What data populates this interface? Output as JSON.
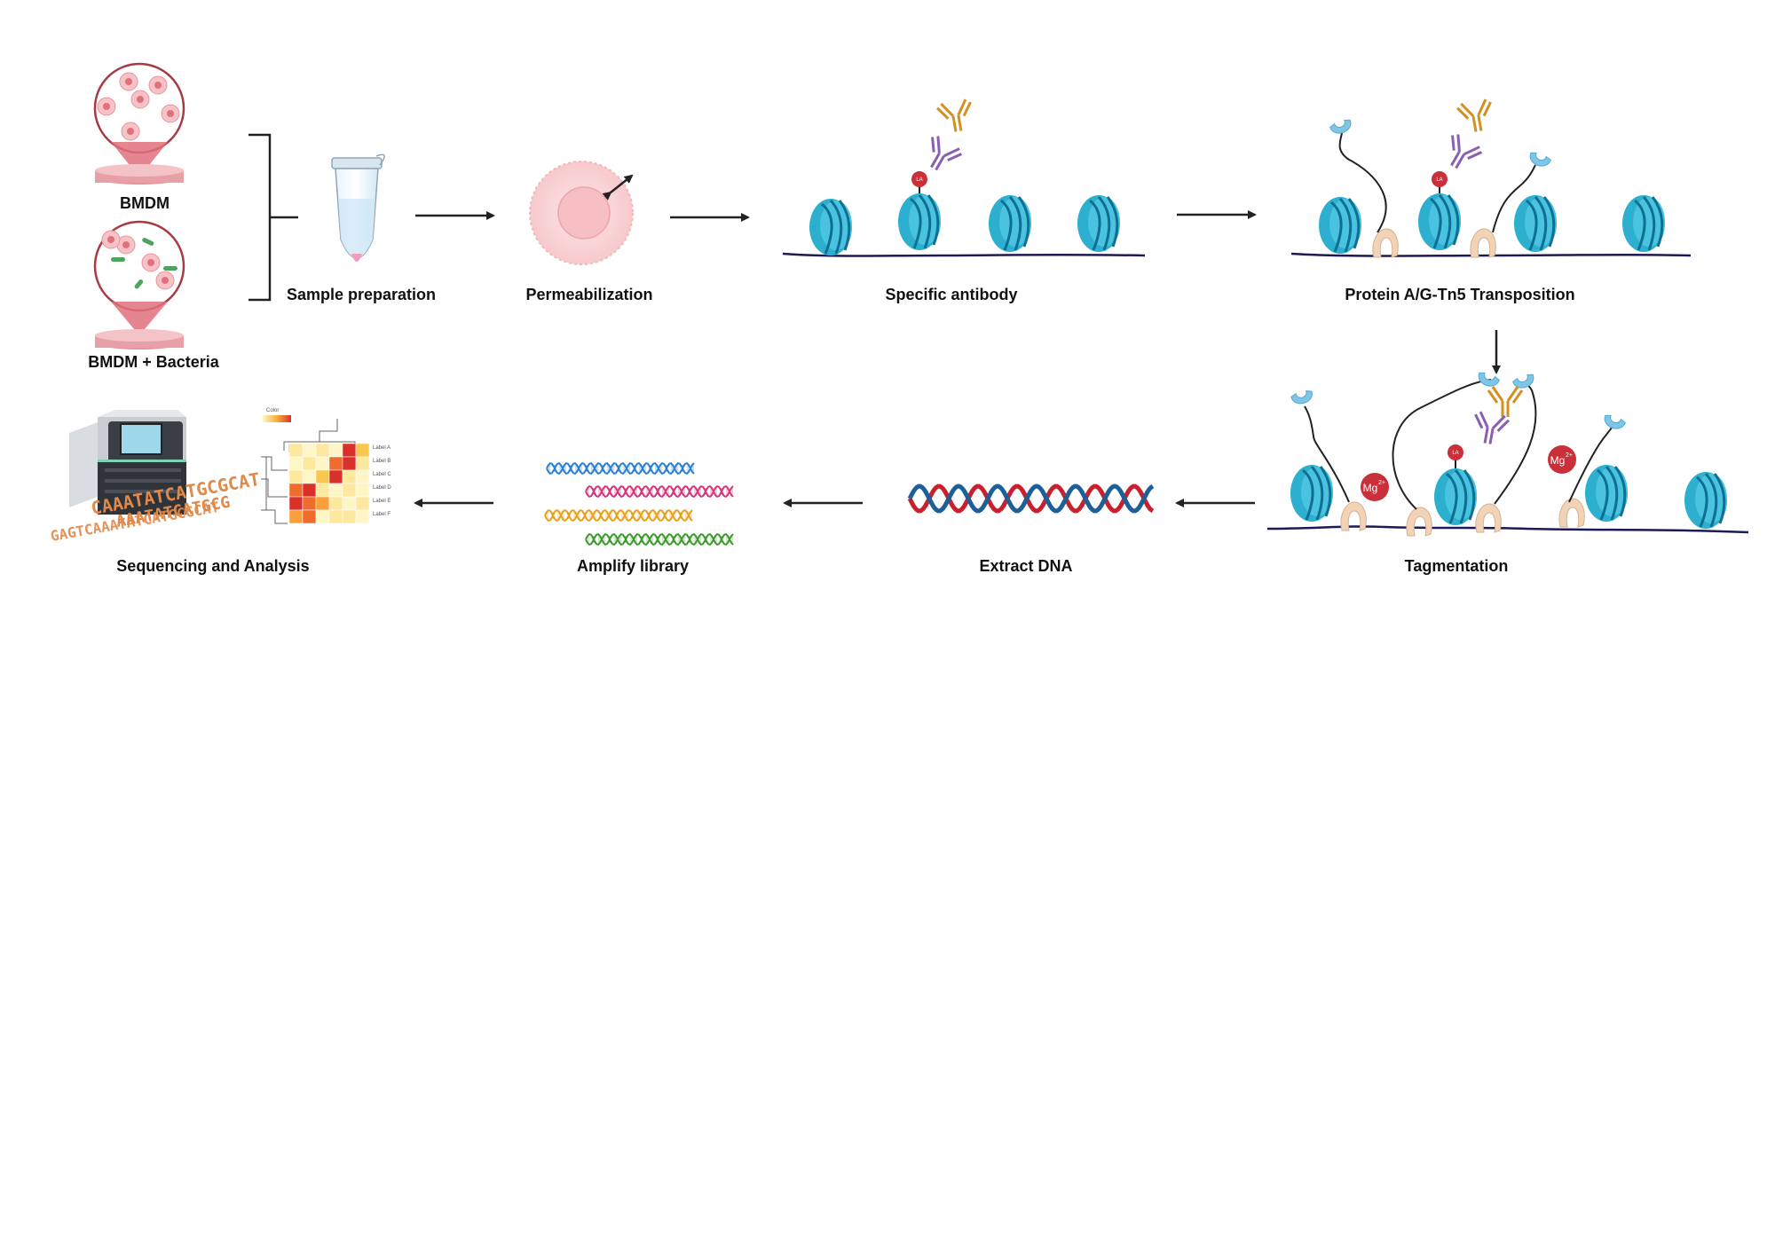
{
  "labels": {
    "bmdm": "BMDM",
    "bmdm_bacteria": "BMDM + Bacteria",
    "sample_preparation": "Sample preparation",
    "permeabilization": "Permeabilization",
    "specific_antibody": "Specific antibody",
    "protein_ag_tn5": "Protein A/G-Tn5 Transposition",
    "tagmentation": "Tagmentation",
    "extract_dna": "Extract DNA",
    "amplify_library": "Amplify library",
    "sequencing_analysis": "Sequencing and Analysis"
  },
  "badges": {
    "la": "LA",
    "mg": "Mg",
    "mg_sup": "2+"
  },
  "sequence_text": {
    "line1": "CAAATATCATGCGCAT",
    "line2": "AAATATCATGCG",
    "line3": "GAGTCAAATATCATGCGCAT"
  },
  "heatmap": {
    "legend_label": "Color",
    "row_label": "Label",
    "row_letters": [
      "A",
      "B",
      "C",
      "D",
      "E",
      "F"
    ]
  },
  "colors": {
    "nucleosome": "#29a9c9",
    "nucleosome_dark": "#0f6f93",
    "dna_strand": "#1d1b55",
    "antibody_heavy": "#d4901f",
    "antibody_light": "#8a5fb0",
    "protein_a": "#7fc6e6",
    "tn5": "#f2d3b8",
    "la_badge": "#c9303a",
    "cell_pink": "#f4b4b8",
    "dna_red": "#c8202f",
    "dna_blue": "#1c5f99"
  },
  "icons": [
    "cell-culture-dish-icon",
    "microcentrifuge-tube-icon",
    "cell-icon",
    "nucleosome-icon",
    "antibody-icon",
    "sequencer-icon",
    "heatmap-icon",
    "dna-helix-icon"
  ]
}
